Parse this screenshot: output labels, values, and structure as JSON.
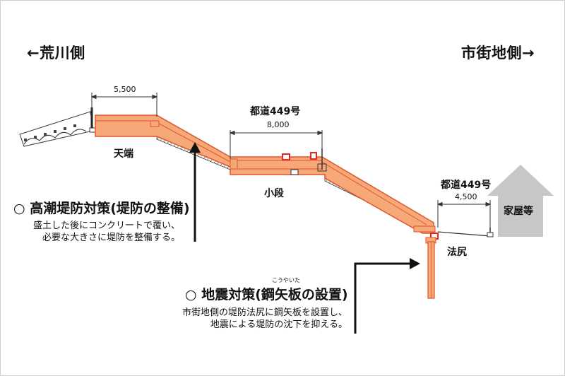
{
  "sides": {
    "left": "←荒川側",
    "right": "市街地側→"
  },
  "labels": {
    "crest": "天端",
    "berm": "小段",
    "toe": "法尻",
    "road_upper": "都道449号",
    "road_lower": "都道449号",
    "houses": "家屋等"
  },
  "dimensions": {
    "crest_width": "5,500",
    "upper_road_width": "8,000",
    "lower_road_width": "4,500"
  },
  "measures": {
    "high_tide": {
      "heading": "○ 高潮堤防対策(堤防の整備)",
      "lines": [
        "盛土した後にコンクリートで覆い、",
        "必要な大きさに堤防を整備する。"
      ]
    },
    "earthquake": {
      "ruby": "こうやいた",
      "heading": "○ 地震対策(鋼矢板の設置)",
      "lines": [
        "市街地側の堤防法尻に鋼矢板を設置し、",
        "地震による堤防の沈下を抑える。"
      ]
    }
  },
  "colors": {
    "embankment_fill": "#f6a878",
    "embankment_edge": "#e0552a",
    "concrete_hatch": "#444444",
    "house_fill": "#c7c7c7",
    "sheet_pile": "#f6a878",
    "marker_red": "#e22"
  }
}
